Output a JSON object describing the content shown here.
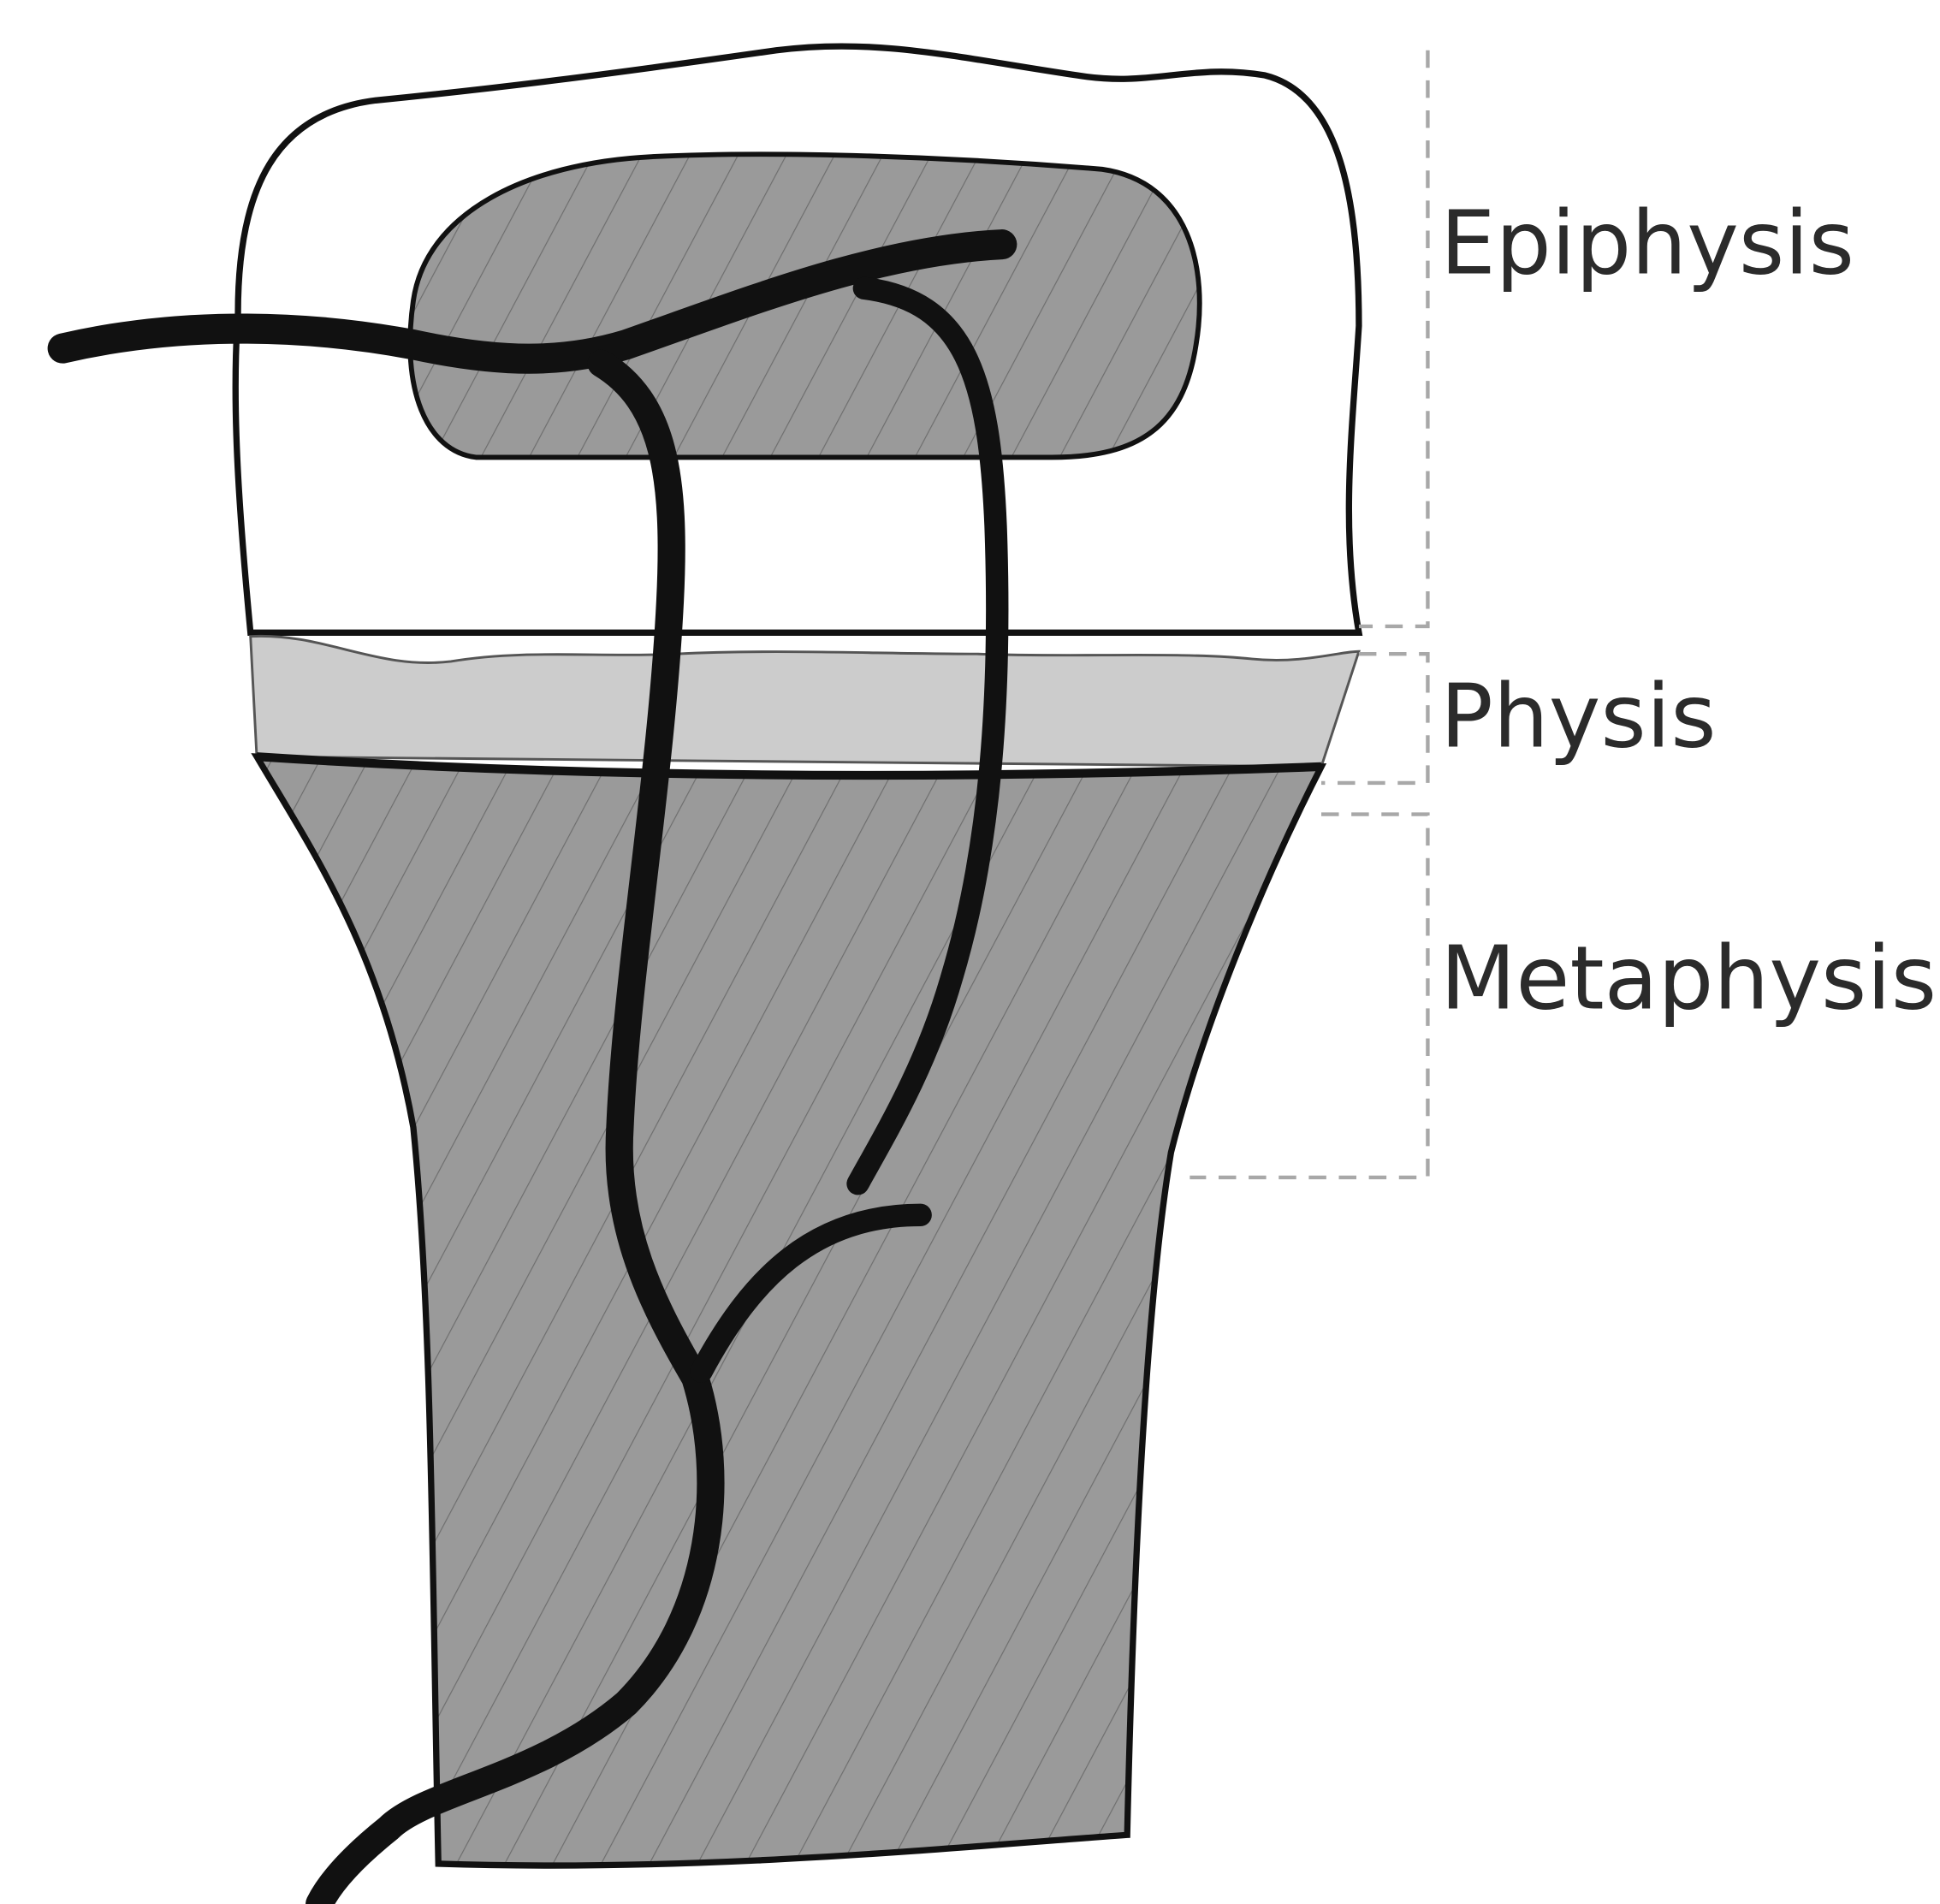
{
  "labels": {
    "epiphysis": "Epiphysis",
    "physis": "Physis",
    "metaphysis": "Metaphysis"
  },
  "colors": {
    "background": "#ffffff",
    "outline": "#111111",
    "bone_fill": "#9a9a9a",
    "physis_fill": "#cccccc",
    "hatch": "#6e6e6e",
    "vessel": "#111111",
    "bracket": "#a8a8a8",
    "label_text": "#2b2b2b"
  }
}
